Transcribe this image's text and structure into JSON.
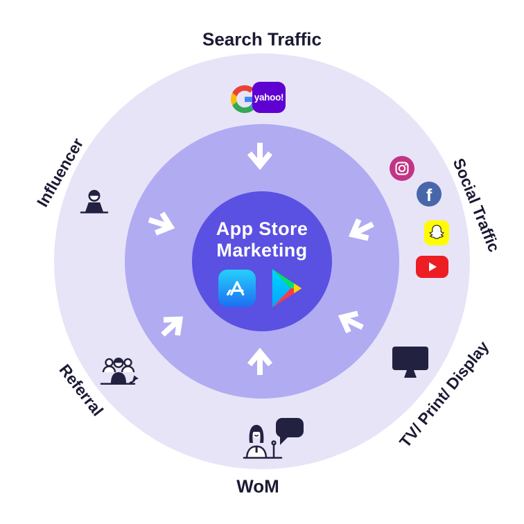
{
  "title": "App Store Marketing",
  "center": {
    "line1": "App Store",
    "line2": "Marketing",
    "icons": [
      "app-store-icon",
      "google-play-icon"
    ]
  },
  "sources": [
    {
      "id": "search-traffic",
      "label": "Search Traffic",
      "position": "top",
      "icons": [
        "google-icon",
        "yahoo-icon"
      ]
    },
    {
      "id": "social-traffic",
      "label": "Social Traffic",
      "position": "upper-right",
      "icons": [
        "instagram-icon",
        "facebook-icon",
        "snapchat-icon",
        "youtube-icon"
      ]
    },
    {
      "id": "tv-print-display",
      "label": "TV/ Print/ Display",
      "position": "lower-right",
      "icons": [
        "tv-icon"
      ]
    },
    {
      "id": "wom",
      "label": "WoM",
      "position": "bottom",
      "icons": [
        "word-of-mouth-icon"
      ]
    },
    {
      "id": "referral",
      "label": "Referral",
      "position": "lower-left",
      "icons": [
        "referral-group-icon"
      ]
    },
    {
      "id": "influencer",
      "label": "Influencer",
      "position": "upper-left",
      "icons": [
        "influencer-person-icon"
      ]
    }
  ],
  "brands": {
    "yahoo": "yahoo!",
    "facebook_letter": "f"
  },
  "arrows": {
    "count": 6,
    "direction": "inward",
    "color": "#ffffff"
  },
  "colors": {
    "background": "#ffffff",
    "outer_ring": "#e7e4f8",
    "middle_ring": "#b1abf2",
    "inner_circle": "#5a50e2",
    "label_text": "#1b1a33",
    "dark_icon": "#232140",
    "instagram": "#c13584",
    "facebook": "#4867aa",
    "snapchat": "#fffc00",
    "youtube": "#ed1d24",
    "yahoo": "#5f01d1"
  }
}
